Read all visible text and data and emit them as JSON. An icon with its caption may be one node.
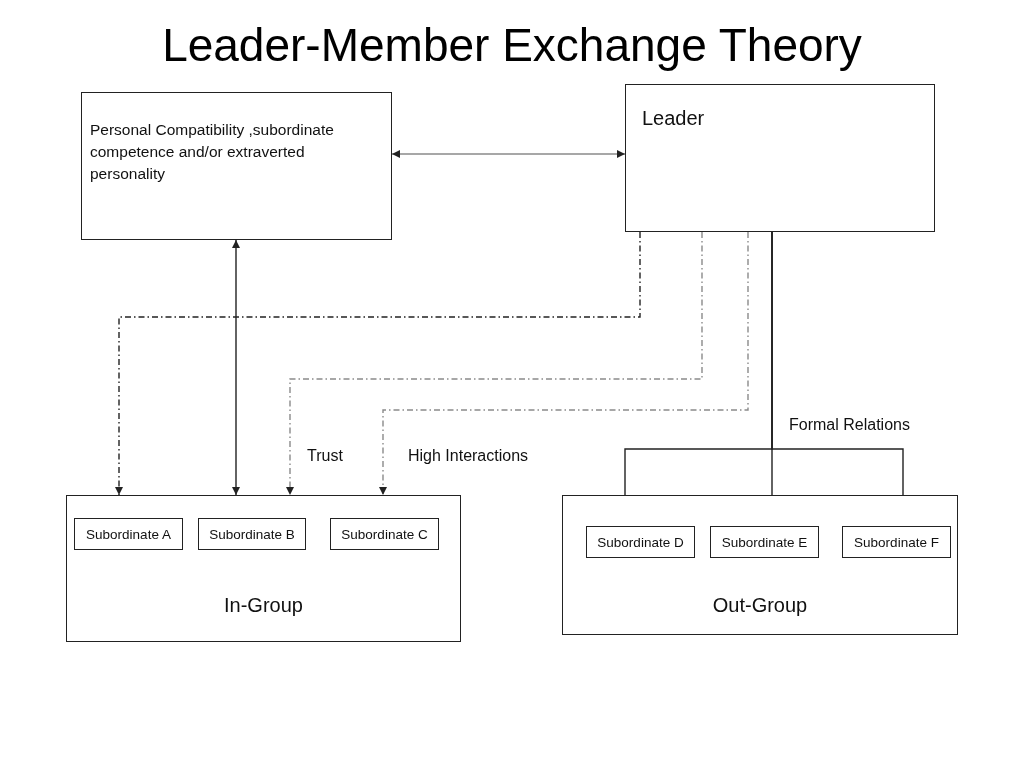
{
  "diagram": {
    "title": "Leader-Member Exchange Theory",
    "nodes": [
      {
        "text": [
          "Personal Compatibility ,subordinate competence and/or extraverted personality"
        ]
      },
      {
        "text": [
          "Leader"
        ]
      },
      {
        "text": [
          "In-Group"
        ]
      },
      {
        "text": [
          "Subordinate A"
        ],
        "in": 2
      },
      {
        "text": [
          "Subordinate B"
        ],
        "in": 2
      },
      {
        "text": [
          "Subordinate C"
        ],
        "in": 2
      },
      {
        "text": [
          "Out-Group"
        ]
      },
      {
        "text": [
          "Subordinate D"
        ],
        "in": 6
      },
      {
        "text": [
          "Subordinate E"
        ],
        "in": 6
      },
      {
        "text": [
          "Subordinate F"
        ],
        "in": 6
      }
    ],
    "edges": [
      {
        "from": 0,
        "to": 1,
        "arrow": "both",
        "color": "#8a8a8a"
      },
      {
        "from": 0,
        "to": 2,
        "arrow": "both"
      },
      {
        "from": 1,
        "to": 2,
        "arrow": "to",
        "style": "dashed"
      },
      {
        "from": 1,
        "to": 2,
        "arrow": "to",
        "style": "dashed",
        "color": "#8a8a8a"
      },
      {
        "from": 1,
        "to": 2,
        "arrow": "to",
        "style": "dashed",
        "color": "#8a8a8a"
      },
      {
        "from": 1,
        "to": 7,
        "arrow": "none"
      },
      {
        "from": 1,
        "to": 8,
        "arrow": "none"
      },
      {
        "from": 1,
        "to": 9,
        "arrow": "none"
      }
    ],
    "labels": [
      "Trust",
      "High Interactions",
      "Formal Relations"
    ]
  }
}
